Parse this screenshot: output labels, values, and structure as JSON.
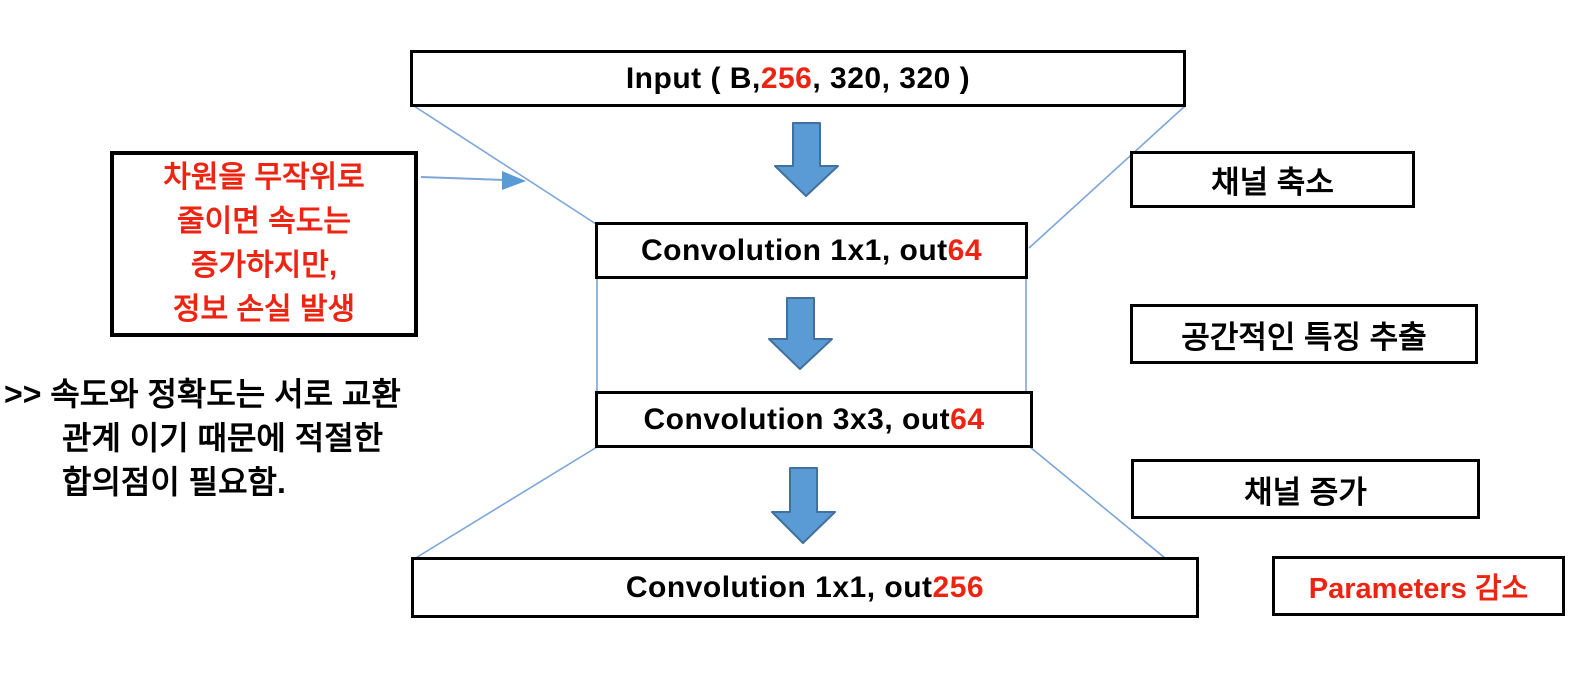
{
  "colors": {
    "highlight_red": "#ee2413",
    "arrow_fill": "#5b9bd5",
    "arrow_stroke": "#41719c",
    "connector_blue": "#7ca5d8",
    "box_border": "#000000"
  },
  "flow": {
    "input": {
      "prefix": "Input ( B, ",
      "highlight": "256",
      "suffix": ", 320, 320 )"
    },
    "conv1": {
      "prefix": "Convolution 1x1, out ",
      "highlight": "64",
      "suffix": ""
    },
    "conv3": {
      "prefix": "Convolution 3x3, out ",
      "highlight": "64",
      "suffix": ""
    },
    "conv_out": {
      "prefix": "Convolution 1x1, out ",
      "highlight": "256",
      "suffix": ""
    }
  },
  "annotations": {
    "note": {
      "lines": [
        "차원을 무작위로",
        "줄이면 속도는",
        "증가하지만,",
        "정보 손실 발생"
      ]
    },
    "tradeoff": {
      "lines": [
        ">> 속도와 정확도는 서로 교환",
        "관계 이기 때문에 적절한",
        "합의점이 필요함."
      ]
    }
  },
  "side_labels": {
    "channel_reduce": "채널 축소",
    "spatial_feature": "공간적인 특징 추출",
    "channel_increase": "채널 증가",
    "parameters": "Parameters 감소"
  }
}
